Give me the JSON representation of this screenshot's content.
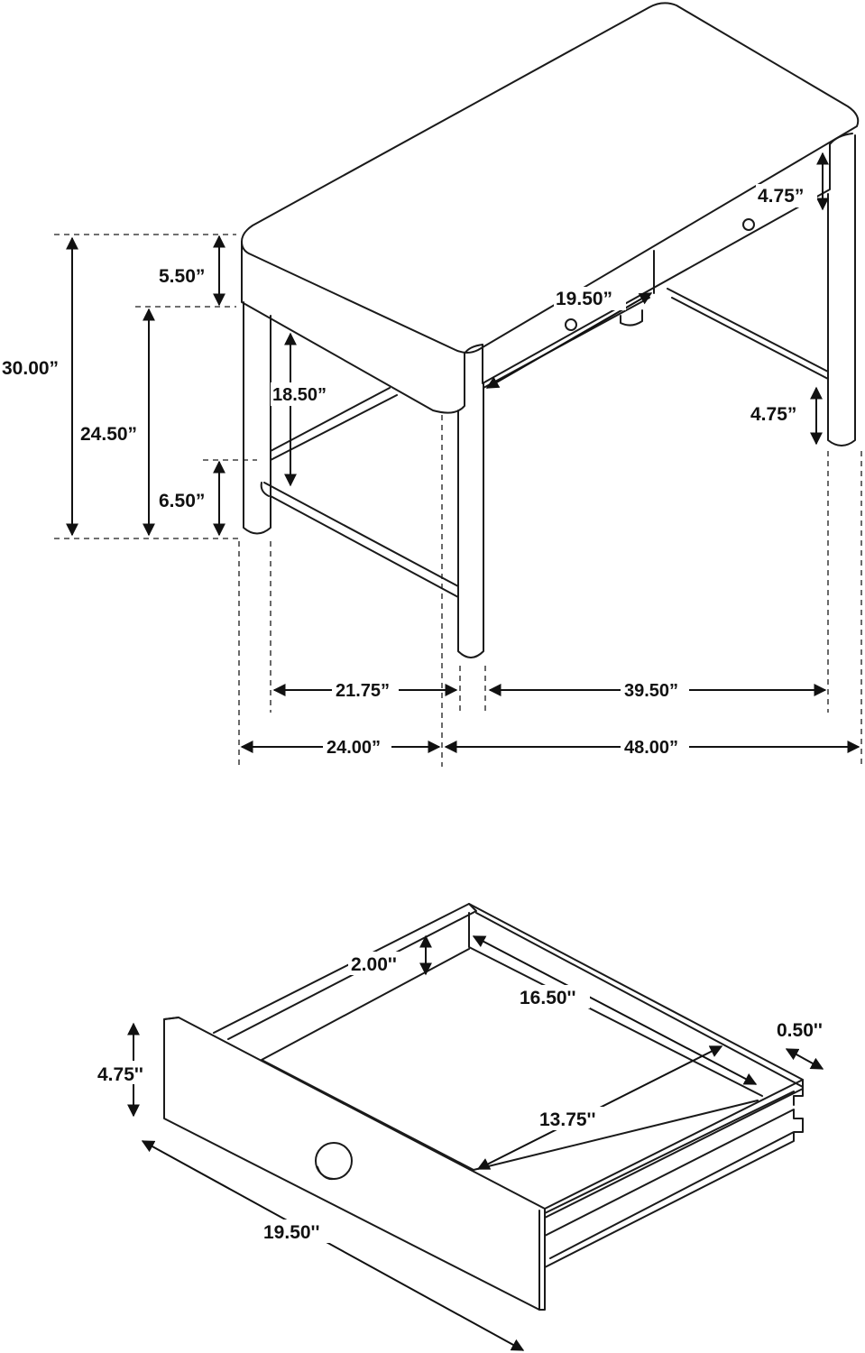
{
  "desk": {
    "total_height": "30.00”",
    "top_thickness": "5.50”",
    "leg_height": "24.50”",
    "stretcher_height": "6.50”",
    "knee_clearance": "18.50”",
    "drawer_front_height": "4.75”",
    "drawer_width": "19.50”",
    "leg_bottom_height": "4.75”",
    "inner_depth": "21.75”",
    "inner_width": "39.50”",
    "depth": "24.00”",
    "width": "48.00”"
  },
  "drawer": {
    "inner_height": "2.00''",
    "inner_depth": "16.50''",
    "slide_thickness": "0.50''",
    "front_height": "4.75''",
    "inner_width": "13.75''",
    "front_width": "19.50''"
  }
}
